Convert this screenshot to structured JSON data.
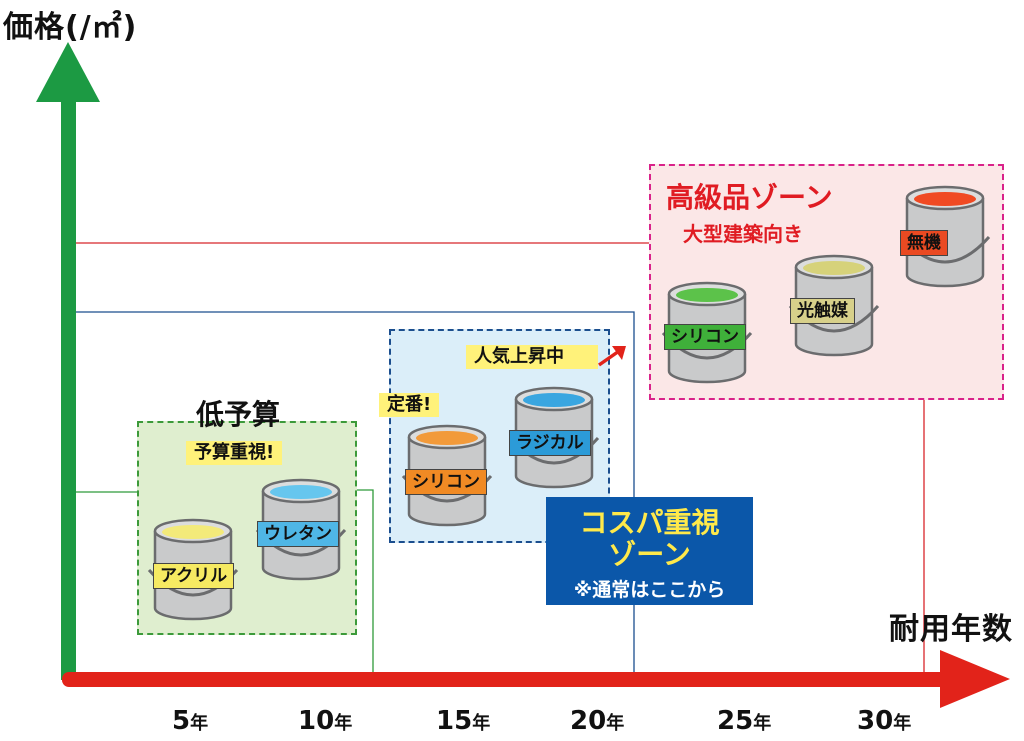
{
  "axes": {
    "y_label": "価格(/㎡)",
    "x_label": "耐用年数",
    "ticks": [
      {
        "value": "5",
        "unit": "年"
      },
      {
        "value": "10",
        "unit": "年"
      },
      {
        "value": "15",
        "unit": "年"
      },
      {
        "value": "20",
        "unit": "年"
      },
      {
        "value": "25",
        "unit": "年"
      },
      {
        "value": "30",
        "unit": "年"
      }
    ]
  },
  "zones": {
    "low": {
      "title": "低予算",
      "tag": "予算重視!"
    },
    "cospa": {
      "tag_standard": "定番!",
      "tag_trend": "人気上昇中",
      "box_line1": "コスパ重視",
      "box_line2": "ゾーン",
      "box_note": "※通常はここから"
    },
    "high": {
      "title": "高級品ゾーン",
      "subtitle": "大型建築向き"
    }
  },
  "cans": [
    {
      "label": "アクリル",
      "paint": "#f3ea7a",
      "tag": "#f6ea62"
    },
    {
      "label": "ウレタン",
      "paint": "#66c6ee",
      "tag": "#4fb6e6"
    },
    {
      "label": "シリコン",
      "paint": "#f29a3a",
      "tag": "#f08a24"
    },
    {
      "label": "ラジカル",
      "paint": "#3aa6e0",
      "tag": "#2c9bd8"
    },
    {
      "label": "シリコン",
      "paint": "#5cc24a",
      "tag": "#3fb03a"
    },
    {
      "label": "光触媒",
      "paint": "#d6d27a",
      "tag": "#d7d08a"
    },
    {
      "label": "無機",
      "paint": "#f04a23",
      "tag": "#ea4a22"
    }
  ],
  "colors": {
    "y_axis": "#1c9a43",
    "x_axis": "#e2231a"
  }
}
